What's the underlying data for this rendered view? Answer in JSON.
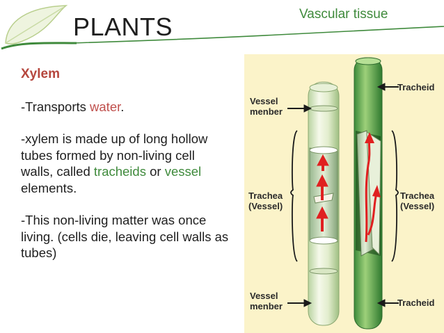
{
  "header": {
    "title": "PLANTS",
    "subtitle": "Vascular tissue"
  },
  "content": {
    "heading": "Xylem",
    "p1_prefix": "-Transports ",
    "p1_highlight": "water",
    "p1_suffix": ".",
    "p2_prefix": "-xylem is made up of long hollow tubes formed by non-living cell walls, called ",
    "p2_highlight_a": "tracheids",
    "p2_mid": " or ",
    "p2_highlight_b": "vessel",
    "p2_suffix": " elements.",
    "p3": "-This non-living matter was once living.  (cells die, leaving cell walls as tubes)"
  },
  "diagram": {
    "label_vessel_top_1": "Vessel",
    "label_vessel_top_2": "menber",
    "label_trachea_left_1": "Trachea",
    "label_trachea_left_2": "(Vessel)",
    "label_vessel_bottom_1": "Vessel",
    "label_vessel_bottom_2": "menber",
    "label_tracheid_top": "Tracheid",
    "label_trachea_right_1": "Trachea",
    "label_trachea_right_2": "(Vessel)",
    "label_tracheid_bottom": "Tracheid"
  },
  "colors": {
    "heading": "#b6473e",
    "accent_green": "#3f8a3c",
    "accent_red": "#c0504d",
    "diagram_bg": "#fbf3c9"
  }
}
